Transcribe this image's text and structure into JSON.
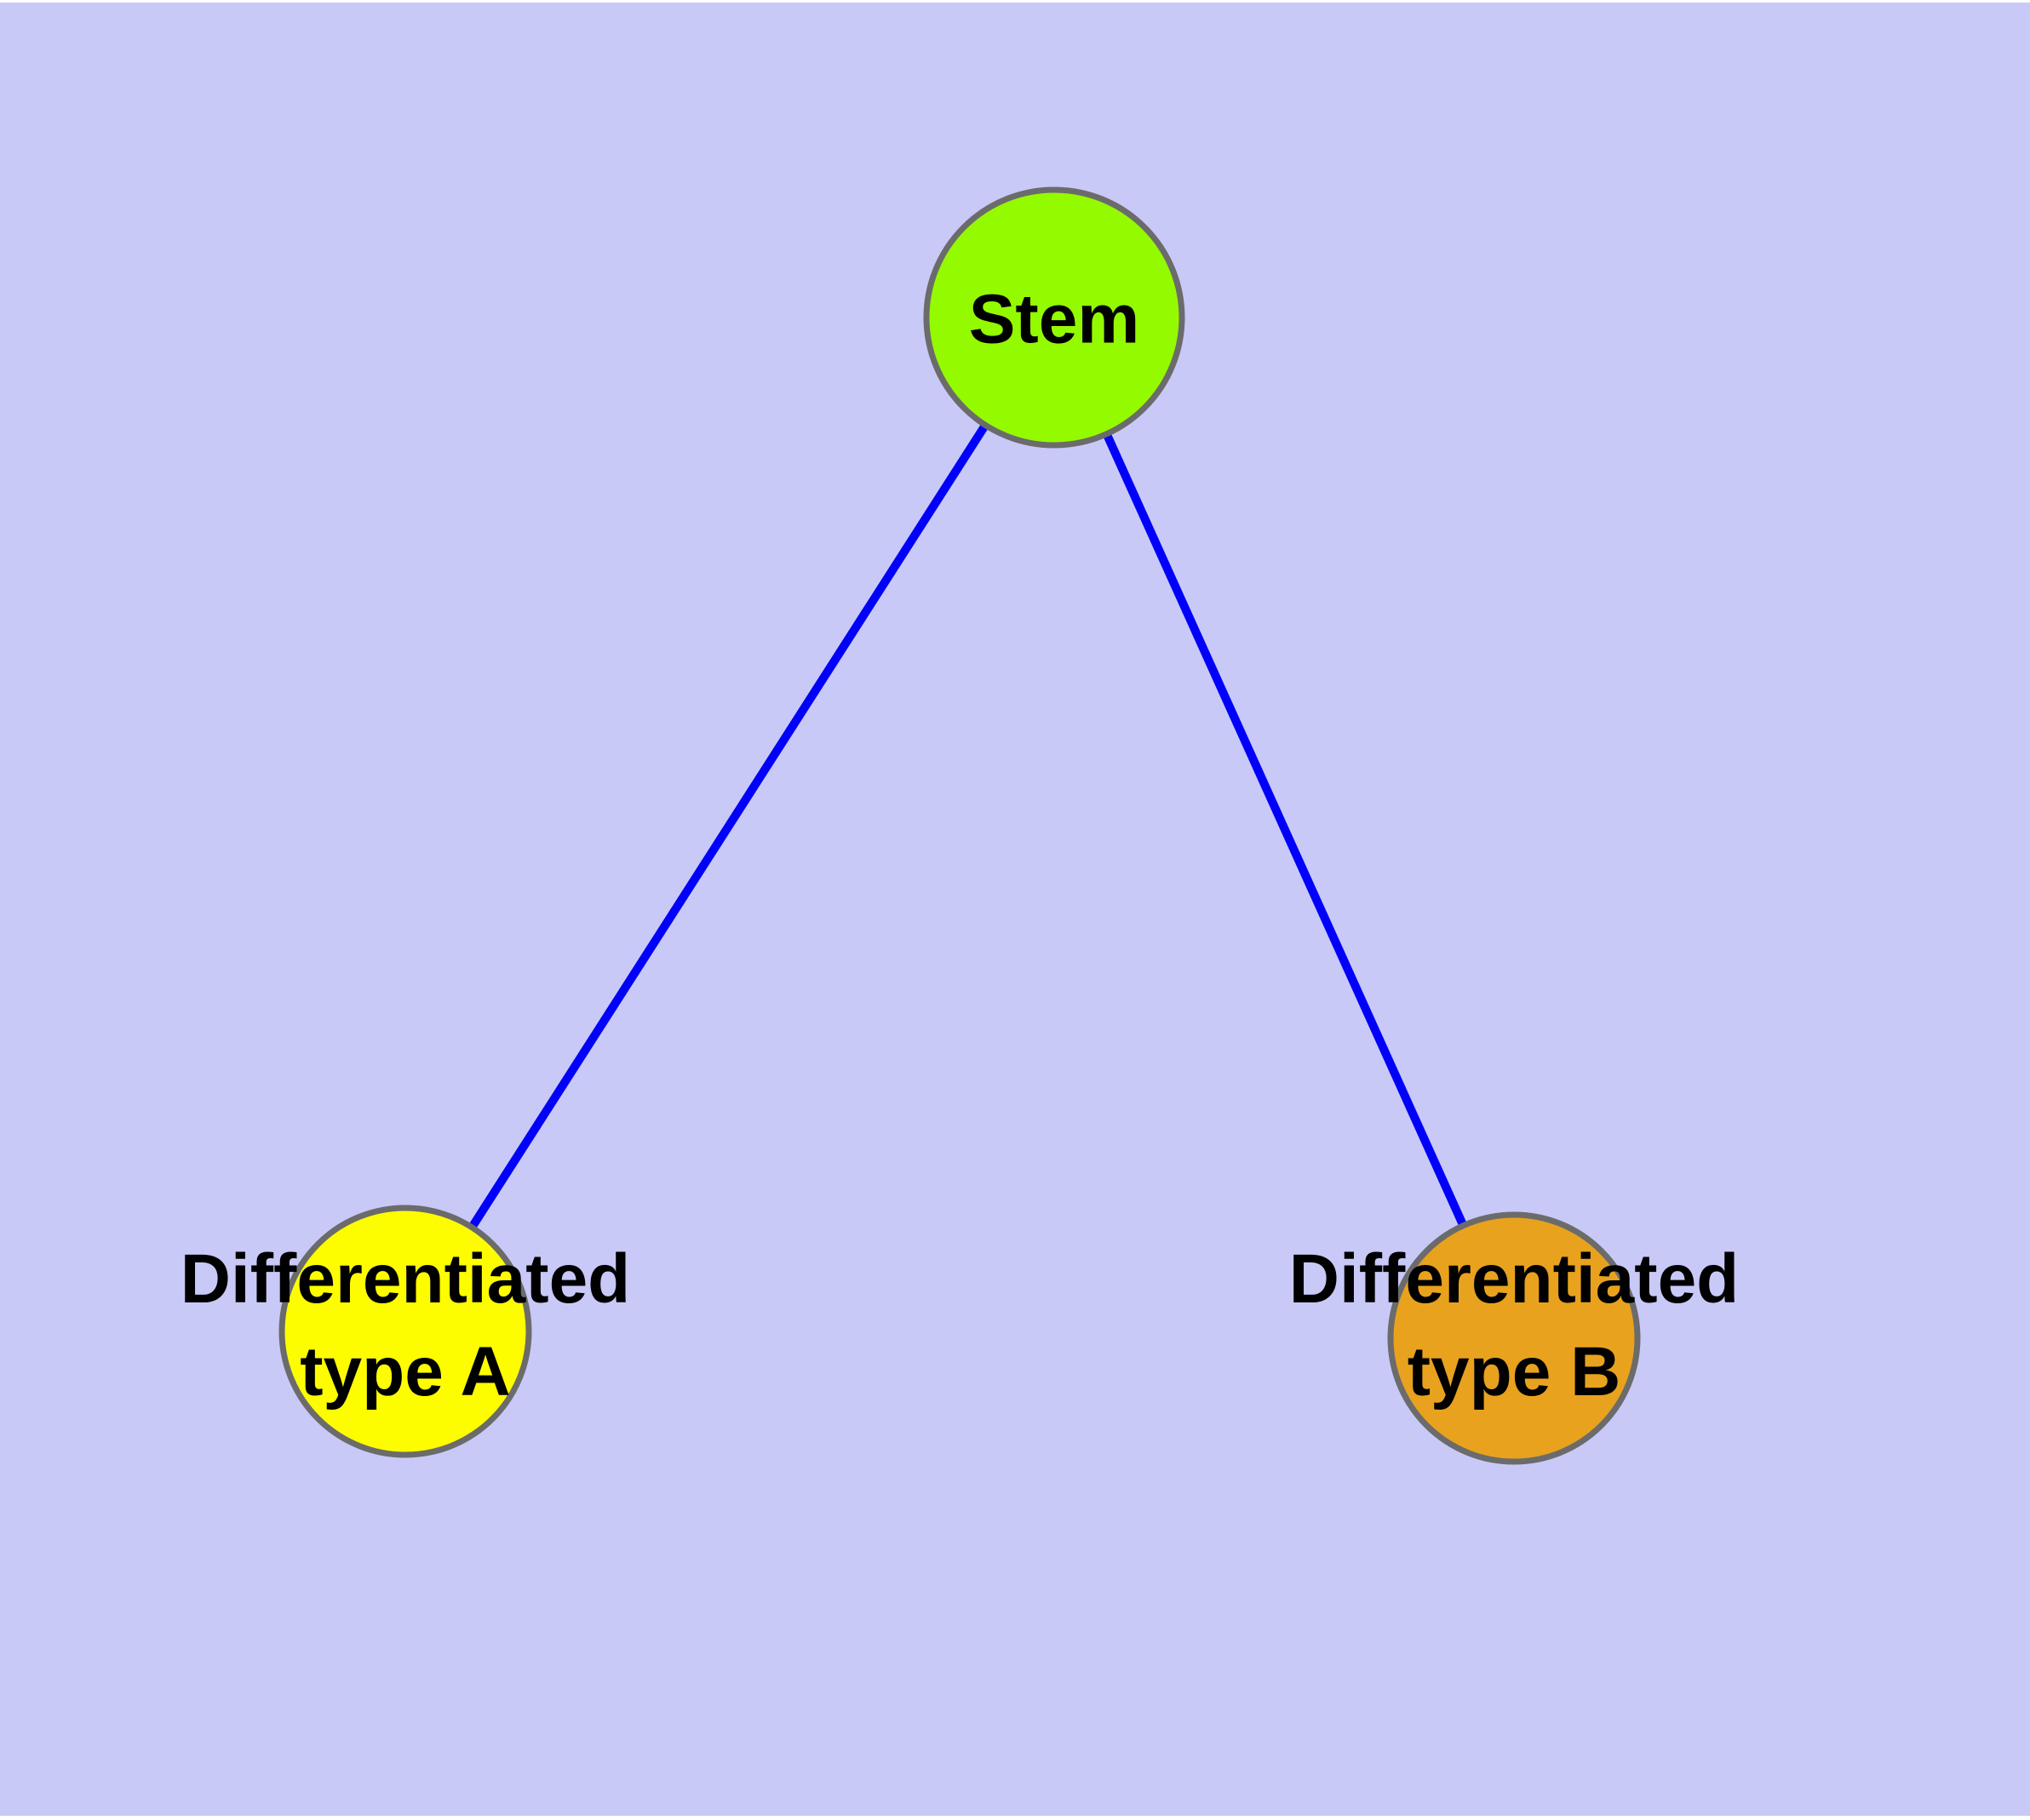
{
  "canvas": {
    "background_color": "#c9c9f8",
    "frame_color": "#ffffff"
  },
  "graph": {
    "text_color": "#000000",
    "nodes": [
      {
        "id": "stem",
        "label": "Stem",
        "fill": "#94fa00",
        "border_color": "#6b6b6b"
      },
      {
        "id": "differentiated-type-a",
        "label_line1": "Differentiated",
        "label_line2": "type A",
        "fill": "#fdfd00",
        "border_color": "#6b6b6b"
      },
      {
        "id": "differentiated-type-b",
        "label_line1": "Differentiated",
        "label_line2": "type B",
        "fill": "#e8a21e",
        "border_color": "#6b6b6b"
      }
    ],
    "edges": [
      {
        "from": "stem",
        "to": "differentiated-type-a",
        "color": "#0100fa"
      },
      {
        "from": "stem",
        "to": "differentiated-type-b",
        "color": "#0100fa"
      }
    ]
  }
}
